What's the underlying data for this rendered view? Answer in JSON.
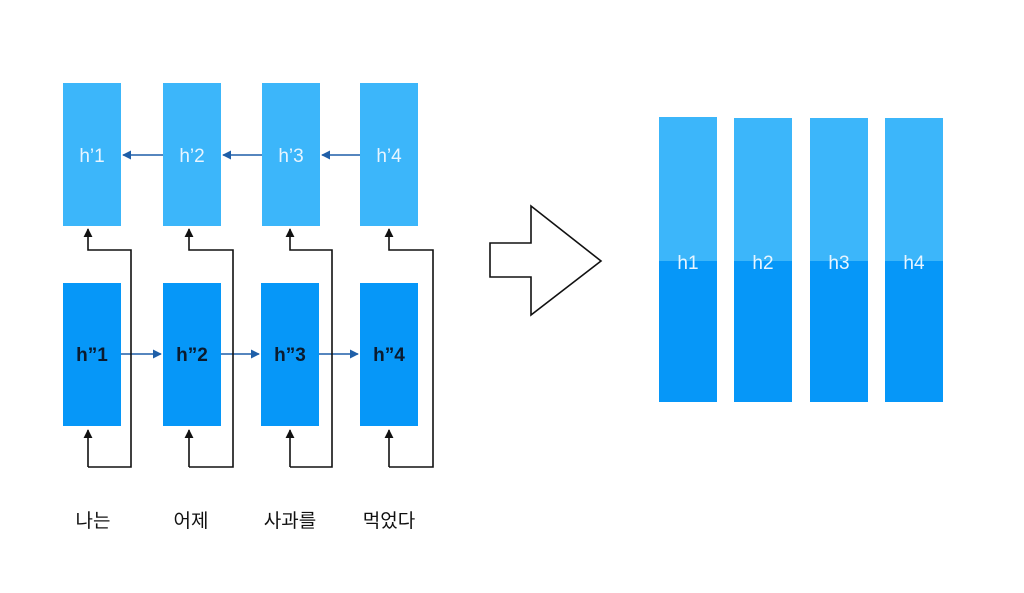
{
  "colors": {
    "backward_state": "#3CB6FA",
    "forward_state": "#0697F8",
    "arrow_blue": "#1F5FA8",
    "line_black": "#111111",
    "label_light": "#E8F5FF",
    "label_dark": "#0B1B2E"
  },
  "left_diagram": {
    "backward_states": [
      "h’1",
      "h’2",
      "h’3",
      "h’4"
    ],
    "forward_states": [
      "h”1",
      "h”2",
      "h”3",
      "h”4"
    ],
    "input_words": [
      "나는",
      "어제",
      "사과를",
      "먹었다"
    ]
  },
  "transform_arrow": {
    "icon": "hollow-right-arrow-icon"
  },
  "right_diagram": {
    "combined_states": [
      "h1",
      "h2",
      "h3",
      "h4"
    ]
  }
}
